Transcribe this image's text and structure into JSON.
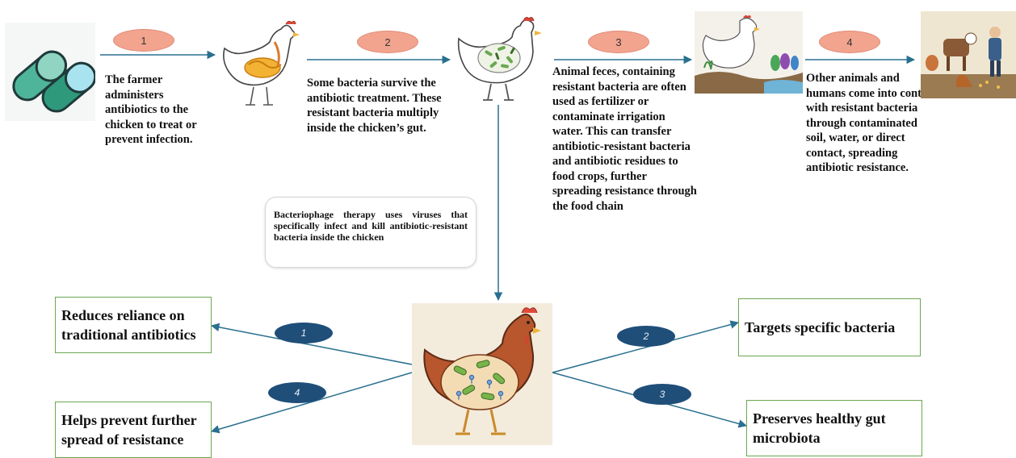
{
  "steps": [
    {
      "number": "1",
      "text": "The farmer administers antibiotics to the chicken to treat or prevent infection."
    },
    {
      "number": "2",
      "text": "Some bacteria survive the antibiotic treatment. These resistant bacteria multiply inside the chicken’s gut."
    },
    {
      "number": "3",
      "text": "Animal feces, containing resistant bacteria are often used as fertilizer or contaminate irrigation water. This can transfer antibiotic-resistant bacteria and antibiotic residues to food crops, further spreading resistance through the food chain"
    },
    {
      "number": "4",
      "text": "Other animals and humans come into contact with resistant bacteria through contaminated soil, water, or direct contact, spreading antibiotic resistance."
    }
  ],
  "phage_note": "Bacteriophage therapy uses viruses that specifically infect and kill antibiotic-resistant bacteria inside the chicken",
  "benefits": [
    {
      "number": "1",
      "text": "Reduces reliance on traditional antibiotics"
    },
    {
      "number": "2",
      "text": "Targets specific bacteria"
    },
    {
      "number": "3",
      "text": "Preserves healthy gut microbiota"
    },
    {
      "number": "4",
      "text": "Helps prevent further spread of resistance"
    }
  ],
  "icons": [
    "capsule-icon",
    "chicken-gut-icon",
    "chicken-bacteria-icon",
    "farm-soil-icon",
    "farmer-animals-icon",
    "phage-chicken-icon"
  ],
  "colors": {
    "step_label": "#f2a48f",
    "benefit_label": "#1f4e79",
    "arrow": "#2a6f8f",
    "box_border": "#6aa84f"
  }
}
